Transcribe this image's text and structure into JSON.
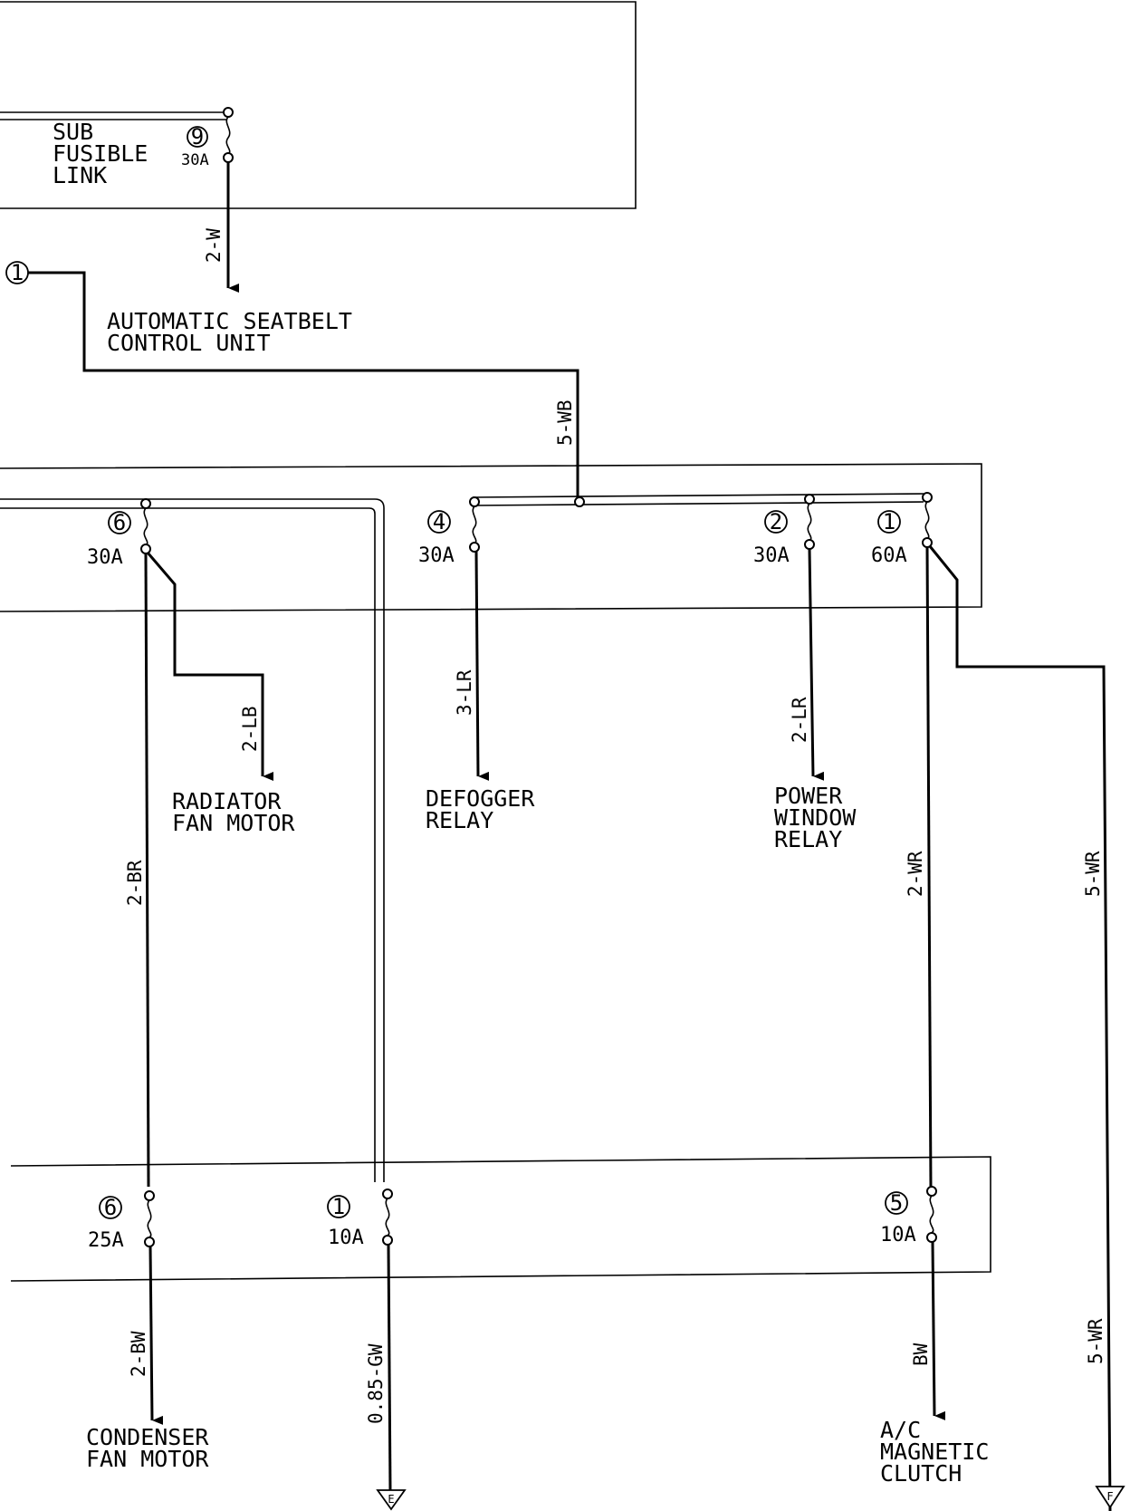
{
  "colors": {
    "ink": "#000000",
    "paper": "#ffffff"
  },
  "sub_fusible_link": {
    "label_lines": [
      "SUB",
      "FUSIBLE",
      "LINK"
    ],
    "fuse_number": "9",
    "fuse_rating": "30A",
    "wire": "2-W",
    "destination_lines": [
      "AUTOMATIC SEATBELT",
      "CONTROL UNIT"
    ]
  },
  "connector_1": {
    "number": "1",
    "wire": "5-WB"
  },
  "fusible_link_block": {
    "fuses": [
      {
        "number": "6",
        "rating": "30A"
      },
      {
        "number": "4",
        "rating": "30A"
      },
      {
        "number": "2",
        "rating": "30A"
      },
      {
        "number": "1",
        "rating": "60A"
      }
    ]
  },
  "branches": {
    "radiator_fan": {
      "wire": "2-LB",
      "label_lines": [
        "RADIATOR",
        "FAN MOTOR"
      ]
    },
    "defogger": {
      "wire": "3-LR",
      "label_lines": [
        "DEFOGGER",
        "RELAY"
      ]
    },
    "power_window": {
      "wire": "2-LR",
      "label_lines": [
        "POWER",
        "WINDOW",
        "RELAY"
      ]
    },
    "wire_2br": "2-BR",
    "wire_2wr": "2-WR",
    "wire_5wr_upper": "5-WR",
    "wire_5wr_lower": "5-WR"
  },
  "fuse_box": {
    "fuses": [
      {
        "number": "6",
        "rating": "25A"
      },
      {
        "number": "1",
        "rating": "10A"
      },
      {
        "number": "5",
        "rating": "10A"
      }
    ]
  },
  "outputs": {
    "condenser": {
      "wire": "2-BW",
      "label_lines": [
        "CONDENSER",
        "FAN MOTOR"
      ]
    },
    "gw": {
      "wire": "0.85-GW",
      "connector": "E"
    },
    "ac_clutch": {
      "wire": "BW",
      "label_lines": [
        "A/C",
        "MAGNETIC",
        "CLUTCH"
      ]
    },
    "wr": {
      "connector": "F"
    }
  }
}
